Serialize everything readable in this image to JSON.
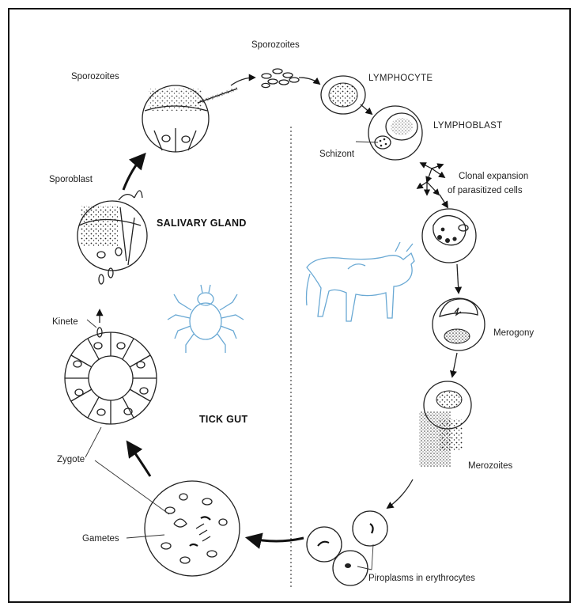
{
  "labels": {
    "sporozoites_top": "Sporozoites",
    "sporozoites_left": "Sporozoites",
    "lymphocyte": "LYMPHOCYTE",
    "lymphoblast": "LYMPHOBLAST",
    "schizont": "Schizont",
    "clonal_line1": "Clonal expansion",
    "clonal_line2": "of parasitized cells",
    "sporoblast": "Sporoblast",
    "salivary_gland": "SALIVARY GLAND",
    "merogony": "Merogony",
    "kinete": "Kinete",
    "tick_gut": "TICK GUT",
    "zygote": "Zygote",
    "merozoites": "Merozoites",
    "gametes": "Gametes",
    "piroplasms": "Piroplasms in erythrocytes"
  },
  "icons": {
    "tick": "tick-icon",
    "cow": "cow-icon"
  },
  "colors": {
    "line": "#222222",
    "illustration_blue": "#6aa9d4",
    "background": "#ffffff"
  }
}
